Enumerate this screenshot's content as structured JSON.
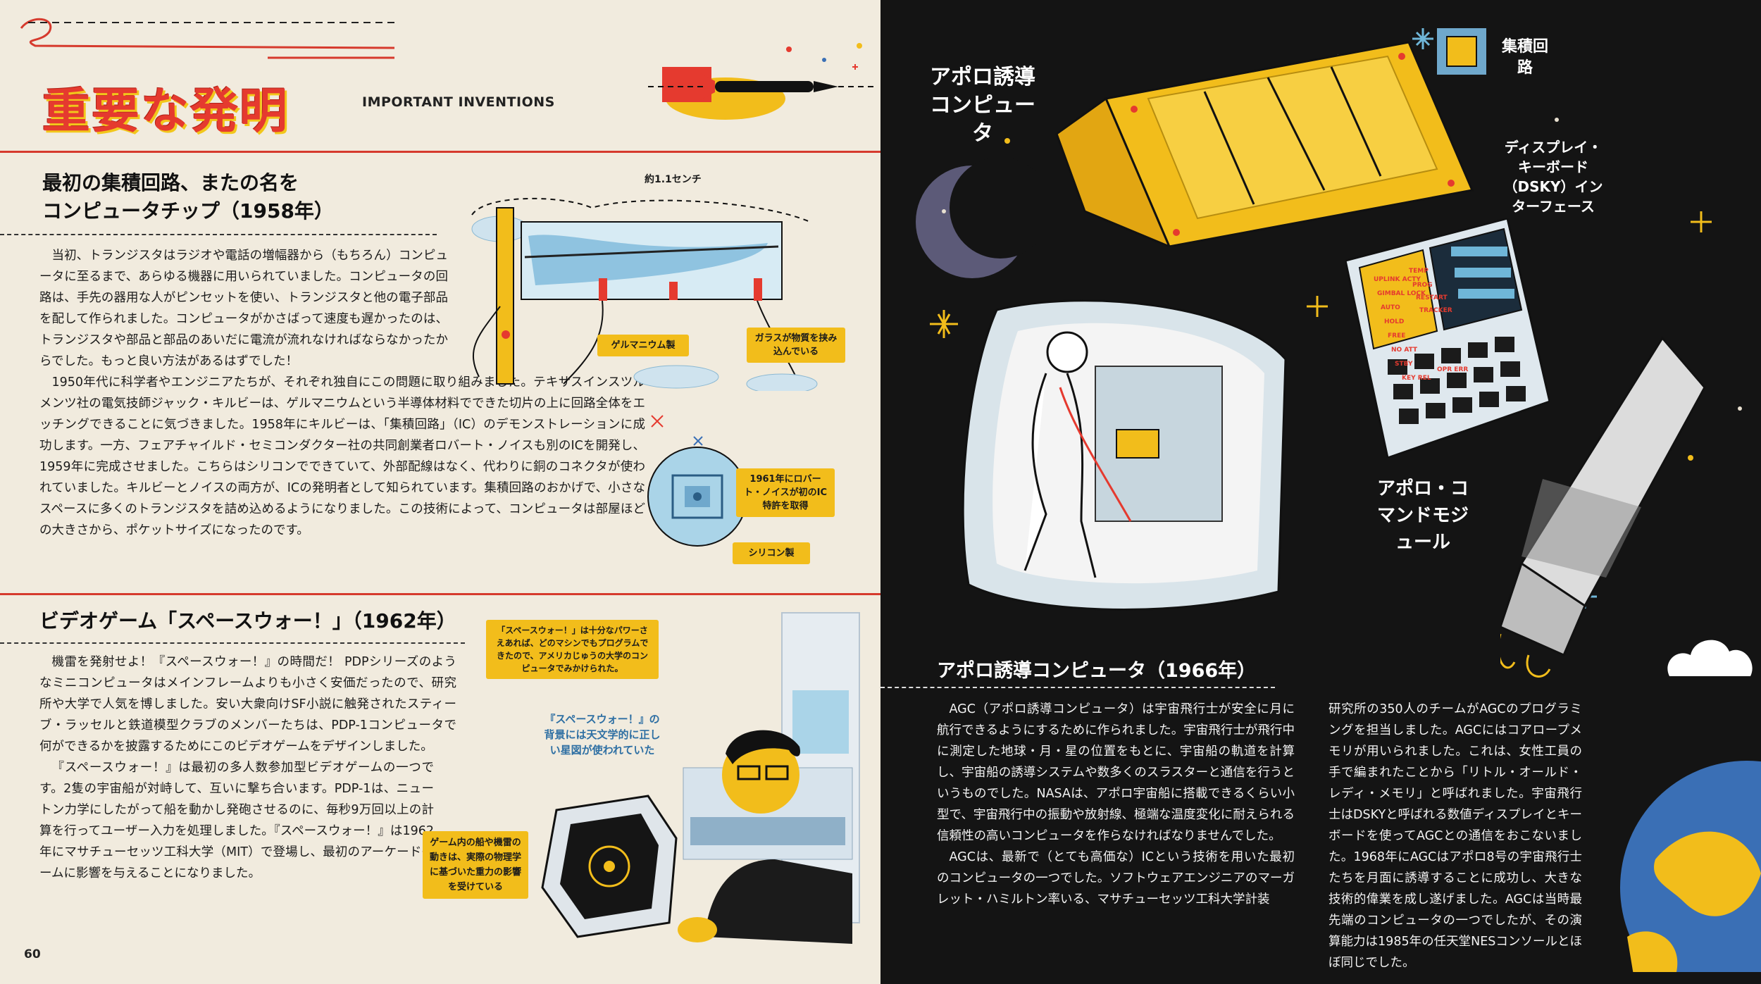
{
  "left": {
    "title": "重要な発明",
    "title_en": "IMPORTANT INVENTIONS",
    "section1": {
      "heading_line1": "最初の集積回路、またの名を",
      "heading_line2": "コンピュータチップ（1958年）",
      "paragraphs": [
        "当初、トランジスタはラジオや電話の増幅器から（もちろん）コンピュータに至るまで、あらゆる機器に用いられていました。コンピュータの回路は、手先の器用な人がピンセットを使い、トランジスタと他の電子部品を配して作られました。コンピュータがかさばって速度も遅かったのは、トランジスタや部品と部品のあいだに電流が流れなければならなかったからでした。もっと良い方法があるはずでした！",
        "1950年代に科学者やエンジニアたちが、それぞれ独自にこの問題に取り組みました。テキサスインスツルメンツ社の電気技師ジャック・キルビーは、ゲルマニウムという半導体材料でできた切片の上に回路全体をエッチングできることに気づきました。1958年にキルビーは、「集積回路」（IC）のデモンストレーションに成功します。一方、フェアチャイルド・セミコンダクター社の共同創業者ロバート・ノイスも別のICを開発し、1959年に完成させました。こちらはシリコンでできていて、外部配線はなく、代わりに銅のコネクタが使われていました。キルビーとノイスの両方が、ICの発明者として知られています。集積回路のおかげで、小さなスペースに多くのトランジスタを詰め込めるようになりました。この技術によって、コンピュータは部屋ほどの大きさから、ポケットサイズになったのです。"
      ],
      "size_label": "約1.1センチ",
      "label_germanium": "ゲルマニウム製",
      "label_glass": "ガラスが物質を挟み込んでいる",
      "label_patent": "1961年にロバート・ノイスが初のIC特許を取得",
      "label_silicon": "シリコン製"
    },
    "section2": {
      "heading": "ビデオゲーム「スペースウォー！」（1962年）",
      "paragraphs": [
        "機雷を発射せよ！『スペースウォー！』の時間だ！ PDPシリーズのようなミニコンピュータはメインフレームよりも小さく安価だったので、研究所や大学で人気を博しました。安い大衆向けSF小説に触発されたスティーブ・ラッセルと鉄道模型クラブのメンバーたちは、PDP-1コンピュータで何ができるかを披露するためにこのビデオゲームをデザインしました。",
        "『スペースウォー！』は最初の多人数参加型ビデオゲームの一つです。2隻の宇宙船が対峙して、互いに撃ち合います。PDP-1は、ニュートン力学にしたがって船を動かし発砲させるのに、毎秒9万回以上の計算を行ってユーザー入力を処理しました。『スペースウォー！』は1962年にマサチューセッツ工科大学（MIT）で登場し、最初のアーケードゲームに影響を与えることになりました。"
      ],
      "label_power": "「スペースウォー！」は十分なパワーさえあれば、どのマシンでもプログラムできたので、アメリカじゅうの大学のコンピュータでみかけられた。",
      "label_stars": "『スペースウォー！』の背景には天文学的に正しい星図が使われていた",
      "label_gravity": "ゲーム内の船や機雷の動きは、実際の物理学に基づいた重力の影響を受けている"
    },
    "page_number": "60"
  },
  "right": {
    "label_agc": "アポロ誘導コンピュータ",
    "label_ic": "集積回路",
    "label_dsky": "ディスプレイ・キーボード（DSKY）インターフェース",
    "label_cm": "アポロ・コマンドモジュール",
    "dsky_keys": [
      "UPLINK ACTY",
      "TEMP",
      "GIMBAL LOCK",
      "PROG",
      "RESTART",
      "TRACKER",
      "AUTO",
      "HOLD",
      "FREE",
      "NO ATT",
      "STBY",
      "KEY REL",
      "OPR ERR"
    ],
    "heading": "アポロ誘導コンピュータ（1966年）",
    "col1": [
      "AGC（アポロ誘導コンピュータ）は宇宙飛行士が安全に月に航行できるようにするために作られました。宇宙飛行士が飛行中に測定した地球・月・星の位置をもとに、宇宙船の軌道を計算し、宇宙船の誘導システムや数多くのスラスターと通信を行うというものでした。NASAは、アポロ宇宙船に搭載できるくらい小型で、宇宙飛行中の振動や放射線、極端な温度変化に耐えられる信頼性の高いコンピュータを作らなければなりませんでした。",
      "AGCは、最新で（とても高価な）ICという技術を用いた最初のコンピュータの一つでした。ソフトウェアエンジニアのマーガレット・ハミルトン率いる、マサチューセッツ工科大学計装"
    ],
    "col2": [
      "研究所の350人のチームがAGCのプログラミングを担当しました。AGCにはコアロープメモリが用いられました。これは、女性工員の手で編まれたことから「リトル・オールド・レディ・メモリ」と呼ばれました。宇宙飛行士はDSKYと呼ばれる数値ディスプレイとキーボードを使ってAGCとの通信をおこないました。1968年にAGCはアポロ8号の宇宙飛行士たちを月面に誘導することに成功し、大きな技術的偉業を成し遂げました。AGCは当時最先端のコンピュータの一つでしたが、その演算能力は1985年の任天堂NESコンソールとほぼ同じでした。"
    ]
  },
  "colors": {
    "left_bg": "#f1ebde",
    "right_bg": "#141414",
    "accent_red": "#e53a2f",
    "accent_yellow": "#f2bd1b",
    "accent_blue": "#aad4e8"
  }
}
